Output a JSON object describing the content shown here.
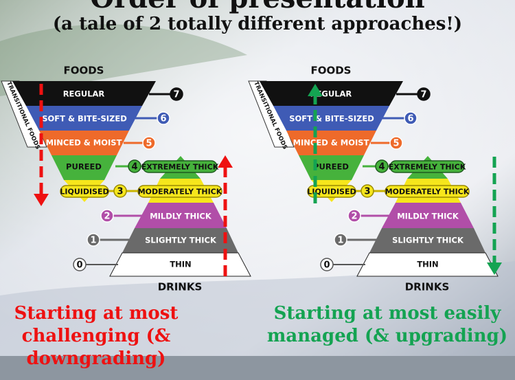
{
  "title": "Order of presentation",
  "subtitle": "(a tale of 2 totally different approaches!)",
  "diagram": {
    "foods_label": "FOODS",
    "drinks_label": "DRINKS",
    "transitional_label": "TRANSITIONAL FOODS",
    "levels": {
      "regular": {
        "label": "REGULAR",
        "number": "7"
      },
      "soft": {
        "label": "SOFT & BITE-SIZED",
        "number": "6"
      },
      "minced": {
        "label": "MINCED & MOIST",
        "number": "5"
      },
      "pureed": {
        "label": "PUREED",
        "number": "4"
      },
      "extremely": {
        "label": "EXTREMELY THICK"
      },
      "liquidised": {
        "label": "LIQUIDISED",
        "number": "3"
      },
      "moderately": {
        "label": "MODERATELY THICK"
      },
      "mildly": {
        "label": "MILDLY THICK",
        "number": "2"
      },
      "slightly": {
        "label": "SLIGHTLY THICK",
        "number": "1"
      },
      "thin": {
        "label": "THIN",
        "number": "0"
      }
    }
  },
  "captions": {
    "left": "Starting at most challenging (& downgrading)",
    "right": "Starting at most easily managed (& upgrading)"
  },
  "colors": {
    "regular": "#111111",
    "soft": "#3f5bb5",
    "minced": "#ee6a2a",
    "pureed": "#46b23c",
    "liquidised": "#f6e61c",
    "mildly": "#b14ea8",
    "slightly": "#6a6a6a",
    "thin": "#ffffff",
    "arrow_left": "#ee1111",
    "arrow_right": "#14a352"
  }
}
